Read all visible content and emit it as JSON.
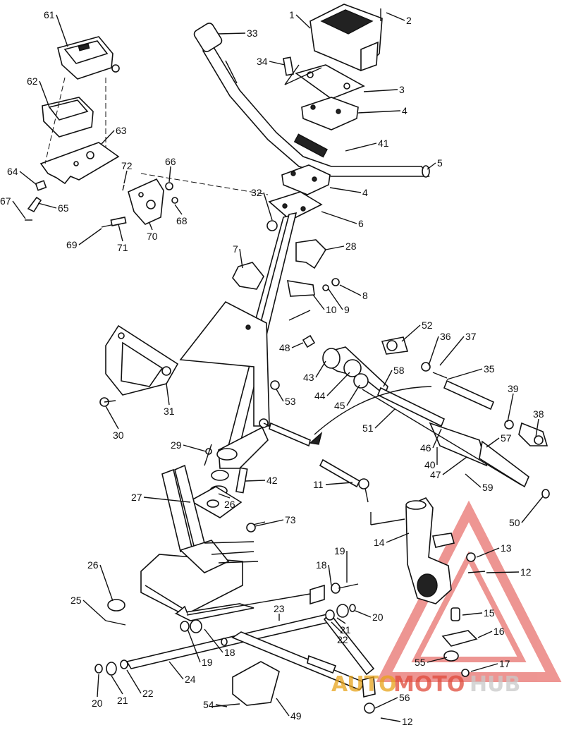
{
  "diagram": {
    "type": "exploded-parts-diagram",
    "callouts": [
      {
        "n": "1"
      },
      {
        "n": "2"
      },
      {
        "n": "3"
      },
      {
        "n": "4"
      },
      {
        "n": "4"
      },
      {
        "n": "5"
      },
      {
        "n": "6"
      },
      {
        "n": "7"
      },
      {
        "n": "8"
      },
      {
        "n": "9"
      },
      {
        "n": "10"
      },
      {
        "n": "11"
      },
      {
        "n": "12"
      },
      {
        "n": "12"
      },
      {
        "n": "13"
      },
      {
        "n": "14"
      },
      {
        "n": "15"
      },
      {
        "n": "16"
      },
      {
        "n": "17"
      },
      {
        "n": "18"
      },
      {
        "n": "18"
      },
      {
        "n": "19"
      },
      {
        "n": "19"
      },
      {
        "n": "20"
      },
      {
        "n": "20"
      },
      {
        "n": "21"
      },
      {
        "n": "21"
      },
      {
        "n": "22"
      },
      {
        "n": "22"
      },
      {
        "n": "23"
      },
      {
        "n": "24"
      },
      {
        "n": "25"
      },
      {
        "n": "26"
      },
      {
        "n": "26"
      },
      {
        "n": "27"
      },
      {
        "n": "28"
      },
      {
        "n": "29"
      },
      {
        "n": "30"
      },
      {
        "n": "31"
      },
      {
        "n": "32"
      },
      {
        "n": "33"
      },
      {
        "n": "34"
      },
      {
        "n": "35"
      },
      {
        "n": "36"
      },
      {
        "n": "37"
      },
      {
        "n": "38"
      },
      {
        "n": "39"
      },
      {
        "n": "40"
      },
      {
        "n": "41"
      },
      {
        "n": "42"
      },
      {
        "n": "43"
      },
      {
        "n": "44"
      },
      {
        "n": "45"
      },
      {
        "n": "46"
      },
      {
        "n": "47"
      },
      {
        "n": "48"
      },
      {
        "n": "49"
      },
      {
        "n": "50"
      },
      {
        "n": "51"
      },
      {
        "n": "52"
      },
      {
        "n": "53"
      },
      {
        "n": "54"
      },
      {
        "n": "55"
      },
      {
        "n": "56"
      },
      {
        "n": "57"
      },
      {
        "n": "58"
      },
      {
        "n": "59"
      },
      {
        "n": "61"
      },
      {
        "n": "62"
      },
      {
        "n": "63"
      },
      {
        "n": "64"
      },
      {
        "n": "65"
      },
      {
        "n": "66"
      },
      {
        "n": "67"
      },
      {
        "n": "68"
      },
      {
        "n": "69"
      },
      {
        "n": "70"
      },
      {
        "n": "71"
      },
      {
        "n": "72"
      },
      {
        "n": "73"
      }
    ]
  },
  "watermark": {
    "text_auto": "AUTO",
    "text_moto": "MOTO",
    "text_hub": "HUB",
    "color_auto": "#e8a31a",
    "color_moto": "#e04a3a",
    "color_hub": "#c9c9c9",
    "triangle_color": "#e0403a"
  }
}
